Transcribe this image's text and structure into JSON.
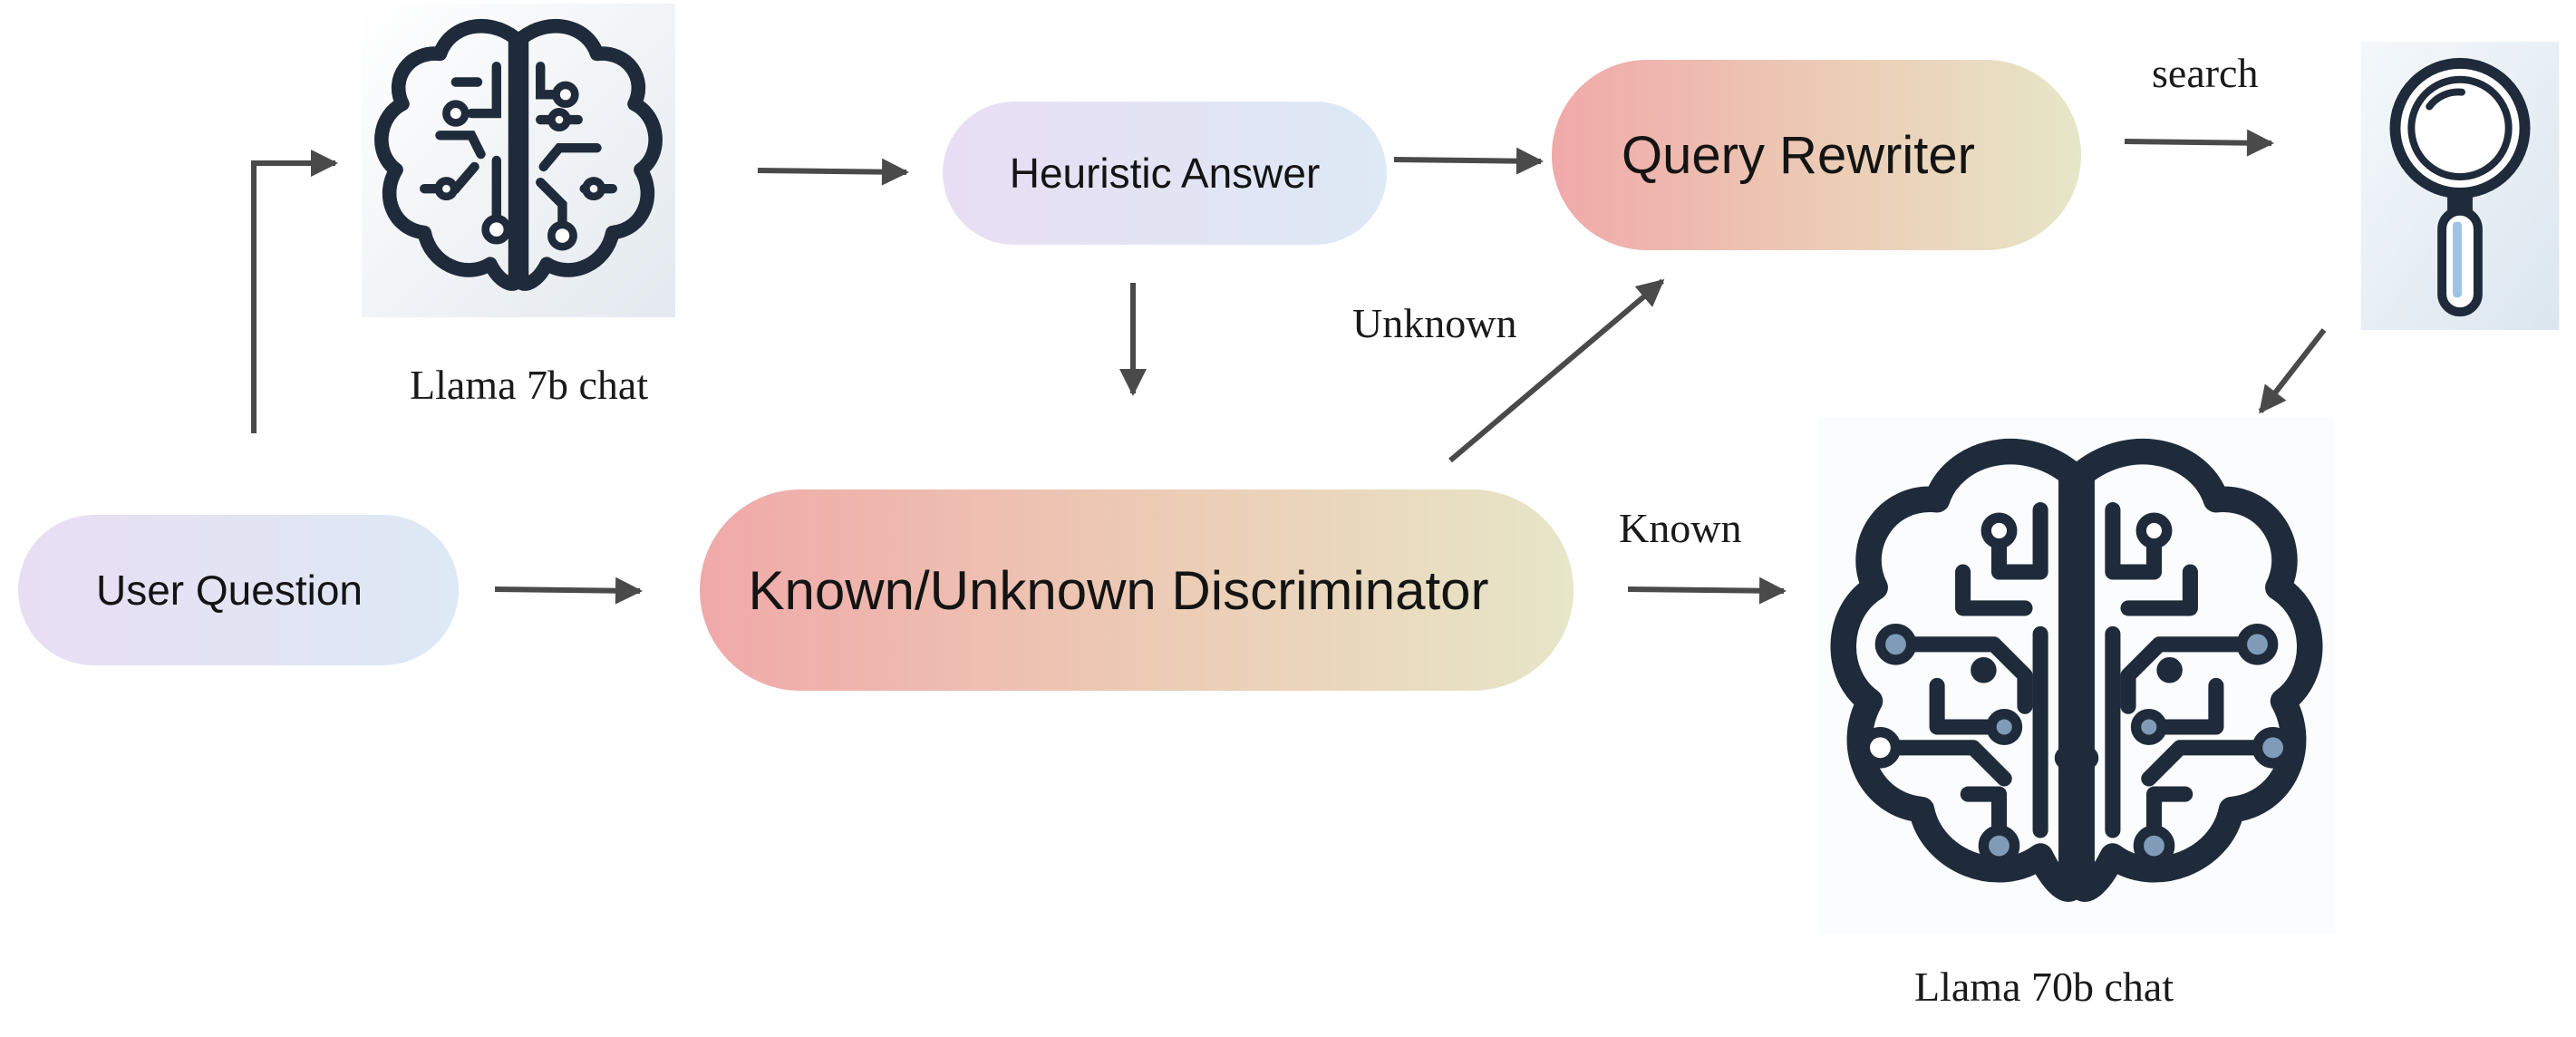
{
  "nodes": {
    "user_question": "User Question",
    "heuristic_answer": "Heuristic Answer",
    "query_rewriter": "Query Rewriter",
    "discriminator": "Known/Unknown Discriminator"
  },
  "models": {
    "small": "Llama 7b chat",
    "large": "Llama 70b chat"
  },
  "edge_labels": {
    "unknown": "Unknown",
    "known": "Known",
    "search": "search"
  },
  "icons": {
    "small_model": "brain-circuit-icon",
    "large_model": "brain-circuit-icon",
    "search": "magnifier-icon"
  },
  "colors": {
    "arrow": "#4a4a4a",
    "icon_stroke": "#1f2b3a",
    "node_dot": "#7f9bb8"
  }
}
